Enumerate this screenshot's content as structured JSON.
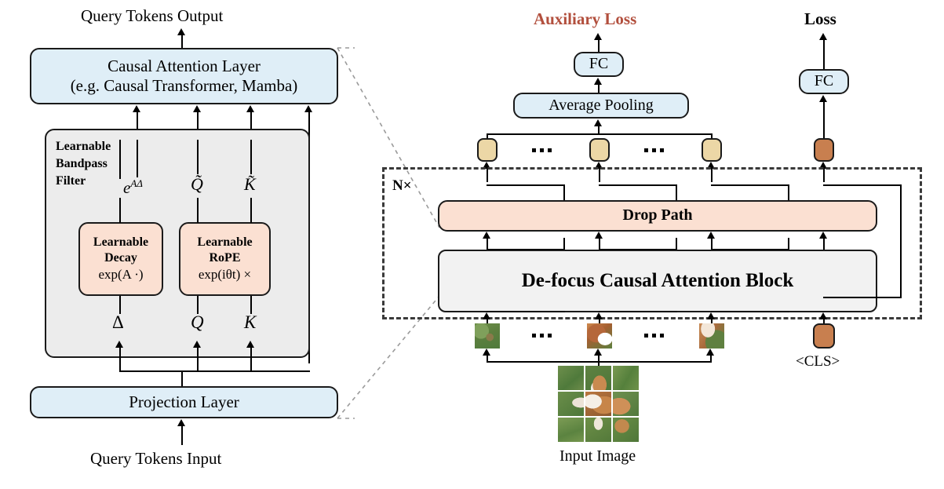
{
  "figure": {
    "domain": "architecture-diagram",
    "left_panel": {
      "output_label": "Query Tokens Output",
      "input_label": "Query Tokens Input",
      "causal_attention_layer": {
        "line1": "Causal Attention Layer",
        "line2": "(e.g. Causal Transformer, Mamba)"
      },
      "bandpass_filter_label": "Learnable\nBandpass\nFilter",
      "bandpass_filter_lines": [
        "Learnable",
        "Bandpass",
        "Filter"
      ],
      "projection_layer": "Projection Layer",
      "modules": [
        {
          "title_line1": "Learnable",
          "title_line2": "Decay",
          "formula": "exp(A ·)"
        },
        {
          "title_line1": "Learnable",
          "title_line2": "RoPE",
          "formula": "exp(iθt) ×"
        }
      ],
      "top_signals": [
        "e^{AΔ}",
        "Q̃",
        "K̃"
      ],
      "top_signal_1_base": "e",
      "top_signal_1_sup": "AΔ",
      "top_signal_2": "Q̃",
      "top_signal_3": "K̃",
      "bottom_signals": [
        "Δ",
        "Q",
        "K"
      ]
    },
    "right_panel": {
      "auxiliary_loss_label": "Auxiliary Loss",
      "loss_label": "Loss",
      "fc_aux_label": "FC",
      "fc_cls_label": "FC",
      "average_pooling_label": "Average Pooling",
      "drop_path_label": "Drop Path",
      "defocus_block_label": "De-focus Causal Attention Block",
      "repeat_label": "N×",
      "cls_token_label": "<CLS>",
      "input_image_label": "Input Image",
      "ellipsis": "..."
    },
    "colors": {
      "blue_fill": "#dfeef7",
      "pink_fill": "#fbe0d2",
      "gray_fill": "#ececec",
      "gray_block_fill": "#f2f2f2",
      "patch_token_fill": "#ecd7a6",
      "cls_token_fill": "#c87f4f",
      "auxiliary_loss_text": "#b24f3d",
      "stroke": "#1a1a1a",
      "dashed_stroke": "#3a3a3a",
      "connector_stroke": "#9a9a9a"
    }
  }
}
